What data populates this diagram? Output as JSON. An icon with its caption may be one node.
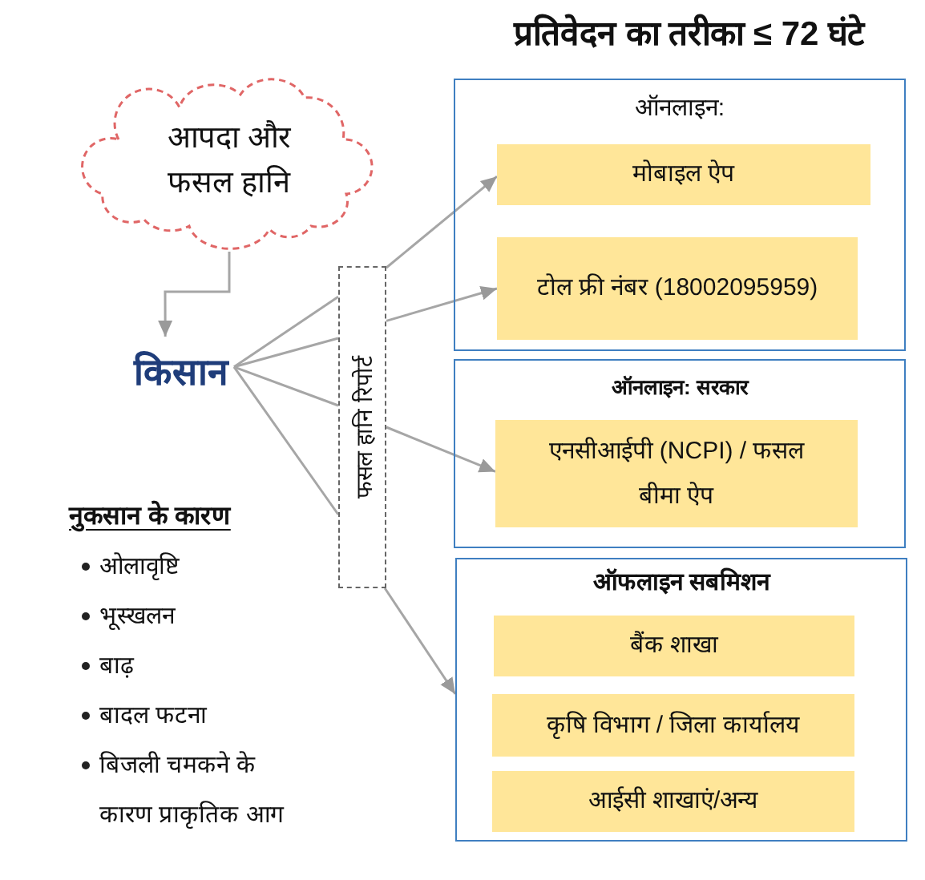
{
  "diagram": {
    "title": "प्रतिवेदन का तरीका ≤ 72 घंटे",
    "nodes": [
      {
        "text": [
          "आपदा और फसल हानि"
        ]
      },
      {
        "text": [
          "किसान"
        ]
      },
      {
        "text": [
          "फसल हानि रिपोर्ट"
        ]
      },
      {
        "text": [
          "ऑनलाइन:"
        ]
      },
      {
        "text": [
          "मोबाइल ऐप"
        ],
        "in": 3
      },
      {
        "text": [
          "टोल फ्री नंबर (18002095959)"
        ],
        "in": 3
      },
      {
        "text": [
          "ऑनलाइन: सरकार"
        ]
      },
      {
        "text": [
          "एनसीआईपी (NCPI) / फसल बीमा ऐप"
        ],
        "in": 6
      },
      {
        "text": [
          "ऑफलाइन सबमिशन"
        ]
      },
      {
        "text": [
          "बैंक शाखा"
        ],
        "in": 8
      },
      {
        "text": [
          "कृषि विभाग / जिला कार्यालय"
        ],
        "in": 8
      },
      {
        "text": [
          "आईसी शाखाएं/अन्य"
        ],
        "in": 8
      }
    ],
    "edges": [
      {
        "from": 0,
        "to": 1,
        "arrow": "to"
      },
      {
        "from": 1,
        "to": 2,
        "arrow": "none"
      },
      {
        "from": 1,
        "to": 2,
        "arrow": "none"
      },
      {
        "from": 1,
        "to": 2,
        "arrow": "none"
      },
      {
        "from": 1,
        "to": 2,
        "arrow": "none"
      },
      {
        "from": 2,
        "to": 4,
        "arrow": "to"
      },
      {
        "from": 2,
        "to": 5,
        "arrow": "to"
      },
      {
        "from": 2,
        "to": 7,
        "arrow": "to"
      },
      {
        "from": 2,
        "to": 8,
        "arrow": "to"
      }
    ],
    "labels": [
      "नुकसान के कारण",
      "ओलावृष्टि",
      "भूस्खलन",
      "बाढ़",
      "बादल फटना",
      "बिजली चमकने के कारण प्राकृतिक आग"
    ]
  }
}
